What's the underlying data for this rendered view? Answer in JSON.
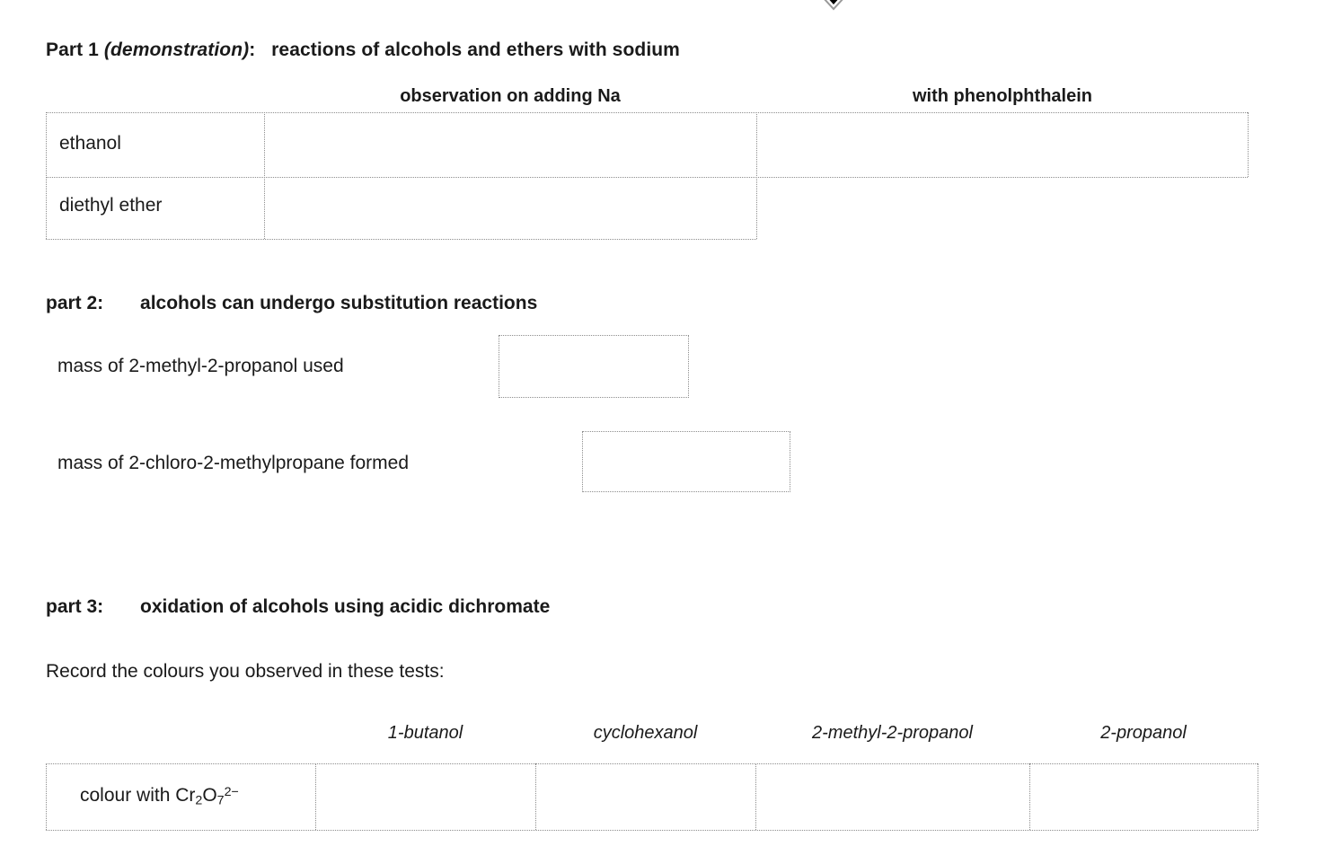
{
  "document": {
    "cursor_icon": "down-arrow-cursor"
  },
  "part1": {
    "label": "Part 1",
    "qualifier": "(demonstration)",
    "colon": ":",
    "title": "reactions of alcohols and ethers with sodium",
    "columns": [
      {
        "id": "observation",
        "label": "observation on adding Na"
      },
      {
        "id": "phenolphthalein",
        "label": "with phenolphthalein"
      }
    ],
    "rows": [
      {
        "substance": "ethanol",
        "observation": "",
        "phenolphthalein": ""
      },
      {
        "substance": "diethyl ether",
        "observation": "",
        "phenolphthalein": ""
      }
    ]
  },
  "part2": {
    "label": "part 2:",
    "title": "alcohols can undergo substitution reactions",
    "fields": [
      {
        "id": "mass-2-methyl-2-propanol",
        "label": "mass of 2-methyl-2-propanol used",
        "value": ""
      },
      {
        "id": "mass-2-chloro-2-methylpropane",
        "label": "mass of 2-chloro-2-methylpropane formed",
        "value": ""
      }
    ]
  },
  "part3": {
    "label": "part 3:",
    "title": "oxidation of alcohols using acidic dichromate",
    "instruction": "Record the colours you observed in these tests:",
    "columns": [
      {
        "id": "1-butanol",
        "label": "1-butanol"
      },
      {
        "id": "cyclohexanol",
        "label": "cyclohexanol"
      },
      {
        "id": "2-methyl-2-propanol",
        "label": "2-methyl-2-propanol"
      },
      {
        "id": "2-propanol",
        "label": "2-propanol"
      }
    ],
    "row_label_prefix": "colour with Cr",
    "row_label_sub1": "2",
    "row_label_mid": "O",
    "row_label_sub2": "7",
    "row_label_sup": "2−",
    "row_values": [
      "",
      "",
      "",
      ""
    ]
  },
  "colors": {
    "text": "#1a1a1a",
    "border": "#8d8d8d",
    "background": "#ffffff"
  }
}
